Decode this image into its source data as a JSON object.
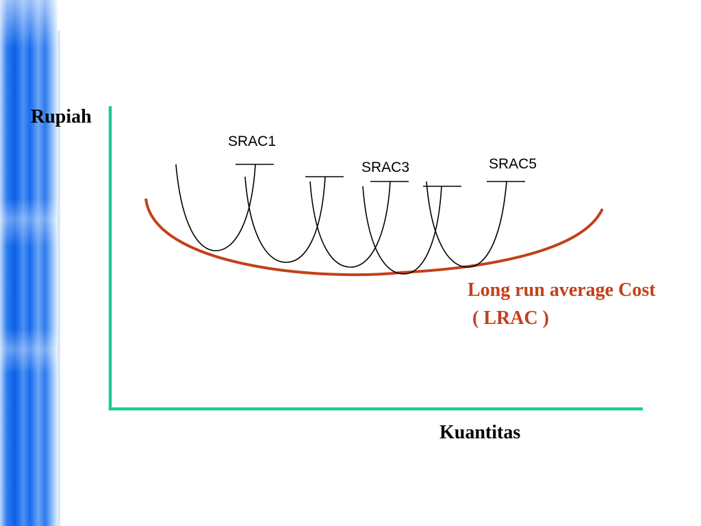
{
  "slide": {
    "colors": {
      "axis": "#1ec99a",
      "lrac_curve": "#c3401a",
      "lrac_text": "#c3401a",
      "srac_curve": "#000000",
      "side_band": "#1a6aed"
    }
  },
  "diagram": {
    "y_axis_title": "Rupiah",
    "x_axis_title": "Kuantitas",
    "srac_labels": [
      "SRAC1",
      "SRAC3",
      "SRAC5"
    ],
    "srac_curve_count": 5,
    "lrac_label_line1": "Long run average Cost",
    "lrac_label_line2": " ( LRAC )"
  }
}
